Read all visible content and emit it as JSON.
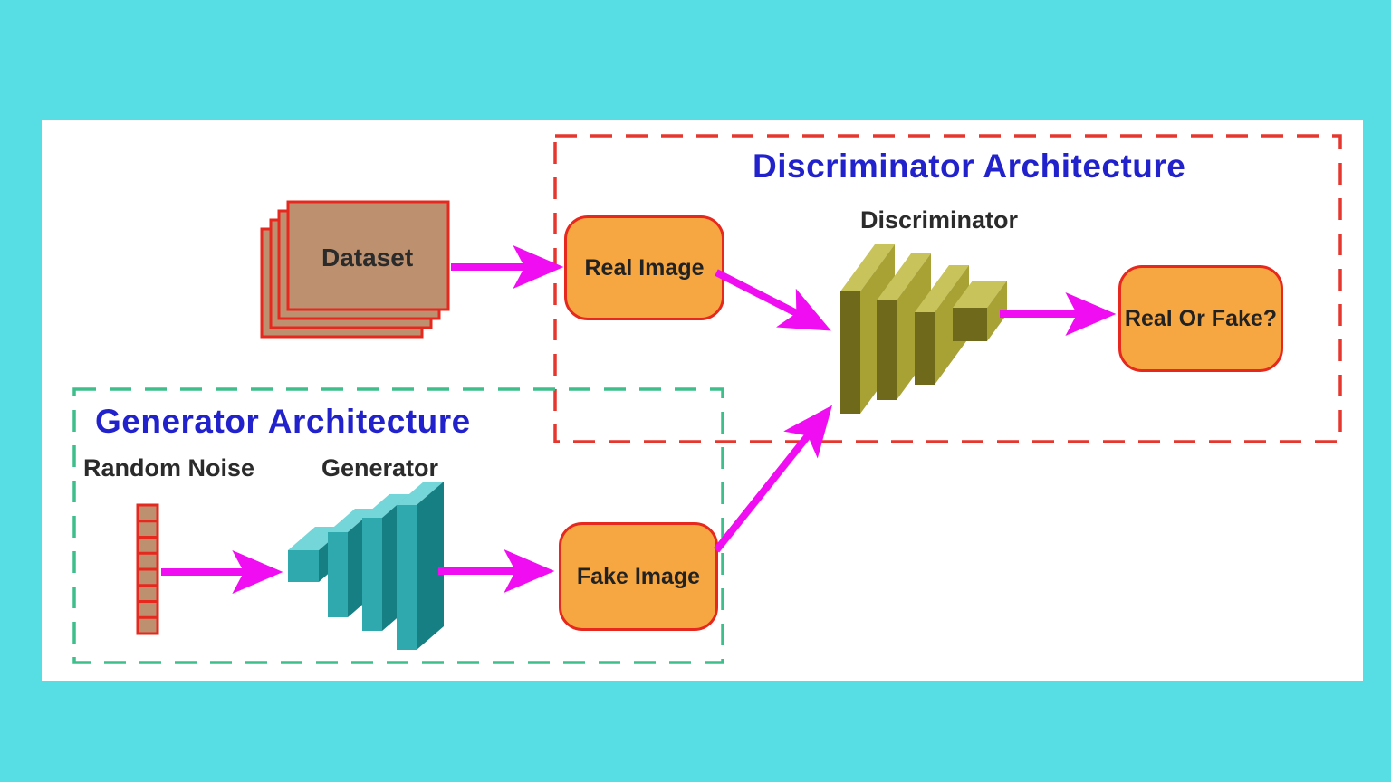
{
  "diagram": {
    "dataset": {
      "label": "Dataset"
    },
    "discriminator_section": {
      "title": "Discriminator Architecture",
      "network_label": "Discriminator",
      "real_image_label": "Real Image",
      "output_label": "Real Or Fake?"
    },
    "generator_section": {
      "title": "Generator Architecture",
      "noise_label": "Random Noise",
      "network_label": "Generator",
      "fake_image_label": "Fake Image"
    }
  },
  "colors": {
    "background": "#57DEE4",
    "panel": "#FFFFFF",
    "arrow": "#F10DF1",
    "box-fill": "#F7A742",
    "box-border": "#E6281E",
    "red-dash": "#E5372E",
    "green-dash": "#3EBE8B",
    "title-blue": "#2222CC",
    "text-dark": "#2B2B2B",
    "card-fill": "#BD9170",
    "card-border": "#E6281E",
    "gen-front": "#2FA9AD",
    "gen-side": "#157F83",
    "gen-top": "#74D6D8",
    "disc-front": "#6E691B",
    "disc-side": "#A8A234",
    "disc-top": "#C8C35B"
  }
}
